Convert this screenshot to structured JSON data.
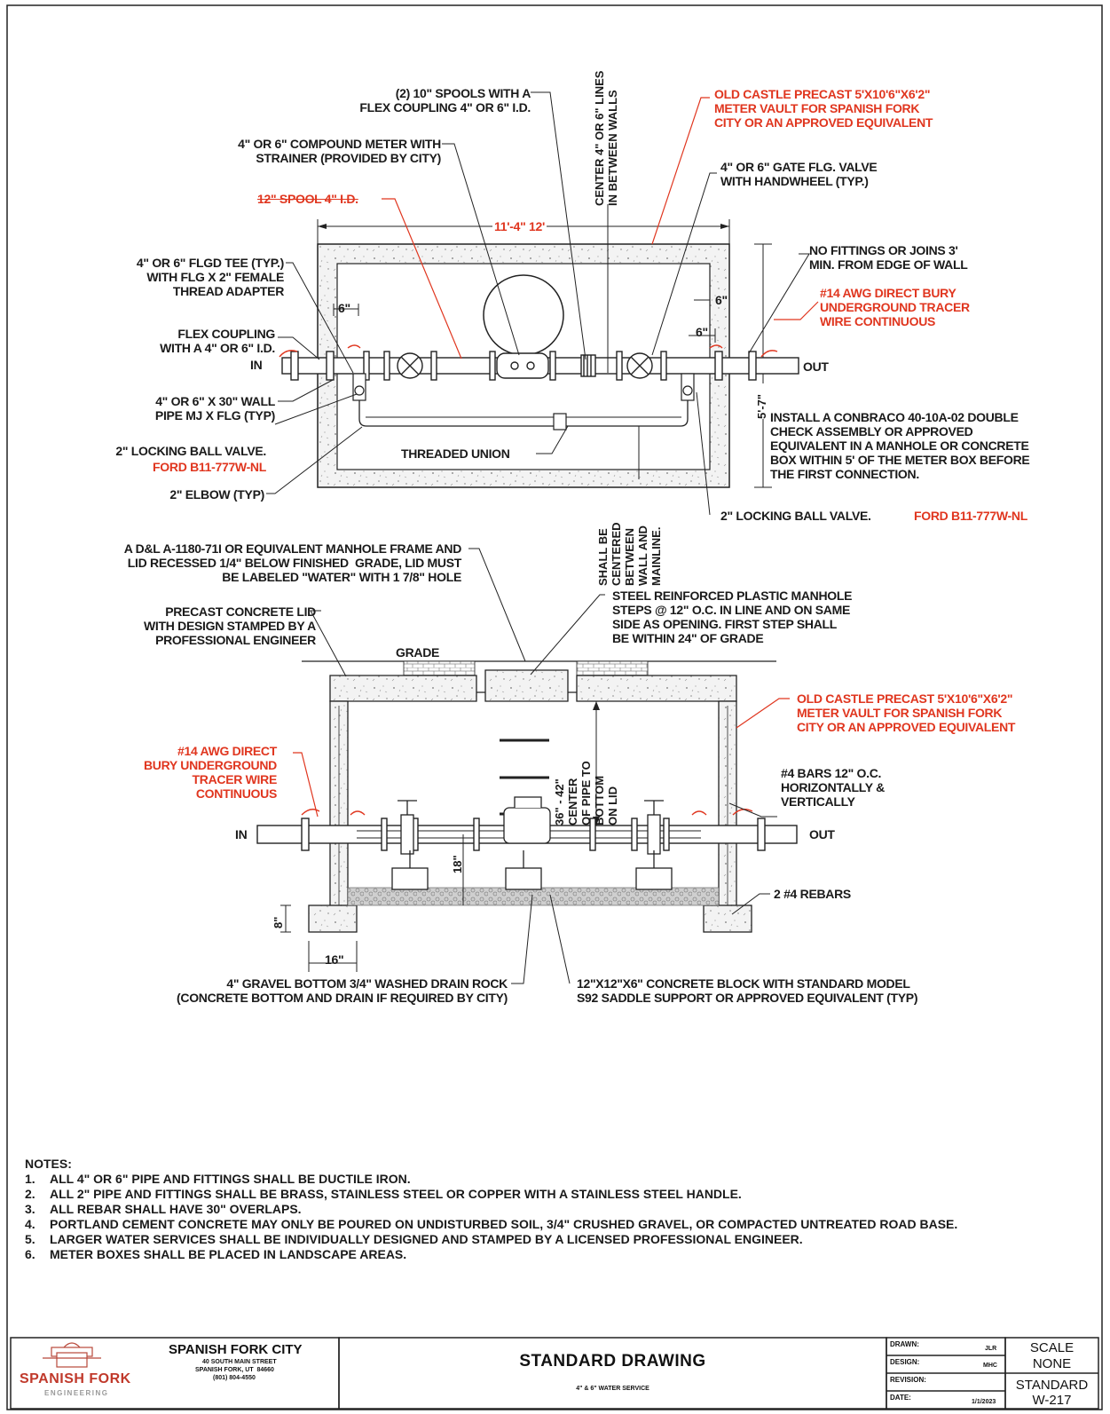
{
  "plan_view": {
    "spools_10": "(2) 10\" SPOOLS WITH A\nFLEX COUPLING 4\" OR 6\" I.D.",
    "center_lines": "CENTER 4\" OR 6\" LINES\nIN BETWEEN WALLS",
    "vault_note": "OLD CASTLE PRECAST 5'x10'6\"x6'2\"\nMETER VAULT FOR SPANISH FORK\nCITY OR AN APPROVED EQUIVALENT",
    "compound_meter": "4\" OR 6\" COMPOUND METER WITH\nSTRAINER (PROVIDED BY CITY)",
    "gate_valve": "4\" OR 6\" GATE FLG. VALVE\nWITH HANDWHEEL (TYP.)",
    "spool_12": "12\" SPOOL 4\" I.D.",
    "length_dim": "11'-4\" 12'",
    "no_fittings": "NO FITTINGS OR JOINS 3'\nMIN. FROM EDGE OF WALL",
    "tracer_wire": "#14 AWG DIRECT BURY\nUNDERGROUND TRACER\nWIRE CONTINUOUS",
    "flgd_tee": "4\" OR 6\" FLGD TEE (TYP.)\nWITH FLG x 2\" FEMALE\nTHREAD ADAPTER",
    "dim_6_left": "6\"",
    "dim_6_right_top": "6\"",
    "dim_6_right": "6\"",
    "flex_coupling": "FLEX COUPLING\nWITH A 4\" OR 6\" I.D.",
    "in": "IN",
    "out": "OUT",
    "wall_pipe": "4\" OR 6\" x 30\" WALL\nPIPE MJ x FLG (TYP)",
    "width_dim": "5'-7\"",
    "ball_valve_left": "2\" LOCKING BALL VALVE.",
    "ford_left": "FORD B11-777W-NL",
    "threaded_union": "THREADED UNION",
    "elbow": "2\" ELBOW (TYP)",
    "conbraco": "INSTALL A CONBRACO 40-10A-02 DOUBLE\nCHECK ASSEMBLY OR APPROVED\nEQUIVALENT IN A MANHOLE OR CONCRETE\nBOX WITHIN 5' OF THE METER BOX BEFORE\nTHE FIRST CONNECTION.",
    "centered_note": "SHALL BE\nCENTERED\nBETWEEN\nWALL AND\nMAINLINE.",
    "ball_valve_right": "2\" LOCKING BALL VALVE.",
    "ford_right": "FORD B11-777W-NL"
  },
  "section_view": {
    "manhole_frame": "A D&L A-1180-71I OR EQUIVALENT MANHOLE FRAME AND\nLID RECESSED 1/4\" BELOW FINISHED  GRADE, LID MUST\nBE LABELED \"WATER\" WITH 1 7/8\" HOLE",
    "precast_lid": "PRECAST CONCRETE LID\nWITH DESIGN STAMPED BY A\nPROFESSIONAL ENGINEER",
    "steps": "STEEL REINFORCED PLASTIC MANHOLE\nSTEPS @ 12\" O.C. IN LINE AND ON SAME\nSIDE AS OPENING. FIRST STEP SHALL\nBE WITHIN 24\" OF GRADE",
    "grade": "GRADE",
    "vault_note": "OLD CASTLE PRECAST 5'x10'6\"x6'2\"\nMETER VAULT FOR SPANISH FORK\nCITY OR AN APPROVED EQUIVALENT",
    "pipe_depth": "36\" - 42\"\nCENTER\nOF PIPE TO\nBOTTOM\nON LID",
    "tracer_wire": "#14 AWG DIRECT\nBURY UNDERGROUND\nTRACER WIRE\nCONTINUOUS",
    "bars": "#4 BARS 12\" O.C.\nHORIZONTALLY &\nVERTICALLY",
    "in": "IN",
    "out": "OUT",
    "dim_18": "18\"",
    "rebars": "2 #4 REBARS",
    "dim_8": "8\"",
    "dim_16": "16\"",
    "gravel": "4\" GRAVEL BOTTOM 3/4\" WASHED DRAIN ROCK\n(CONCRETE BOTTOM AND DRAIN IF REQUIRED BY CITY)",
    "block": "12\"X12\"X6\" CONCRETE BLOCK WITH STANDARD MODEL\nS92 SADDLE SUPPORT OR APPROVED EQUIVALENT (TYP)"
  },
  "notes": {
    "header": "NOTES:",
    "items": [
      "ALL 4\" OR 6\" PIPE AND FITTINGS SHALL BE DUCTILE IRON.",
      "ALL 2\" PIPE AND FITTINGS SHALL BE BRASS, STAINLESS STEEL OR COPPER WITH A STAINLESS STEEL HANDLE.",
      "ALL REBAR SHALL HAVE 30\" OVERLAPS.",
      "PORTLAND CEMENT CONCRETE MAY ONLY BE POURED ON UNDISTURBED SOIL, 3/4\" CRUSHED GRAVEL, OR COMPACTED UNTREATED ROAD BASE.",
      "LARGER WATER SERVICES SHALL BE INDIVIDUALLY DESIGNED AND STAMPED BY A LICENSED PROFESSIONAL ENGINEER.",
      "METER BOXES SHALL BE PLACED IN LANDSCAPE AREAS."
    ]
  },
  "title_block": {
    "city_name": "SPANISH FORK CITY",
    "address1": "40 SOUTH MAIN STREET",
    "address2": "SPANISH FORK, UT  84660",
    "phone": "(801) 804-4550",
    "logo_name": "SPANISH FORK",
    "logo_sub": "ENGINEERING",
    "title": "STANDARD DRAWING",
    "subtitle": "4\" & 6\" WATER SERVICE",
    "drawn_label": "DRAWN:",
    "drawn_value": "JLR",
    "design_label": "DESIGN:",
    "design_value": "MHC",
    "revision_label": "REVISION:",
    "date_label": "DATE:",
    "date_value": "1/1/2023",
    "scale_label": "SCALE",
    "scale_value": "NONE",
    "std_label": "STANDARD",
    "std_value": "W-217"
  },
  "colors": {
    "red": "#e0361f",
    "line": "#1a1a1a",
    "concrete": "#f1f1f1"
  }
}
